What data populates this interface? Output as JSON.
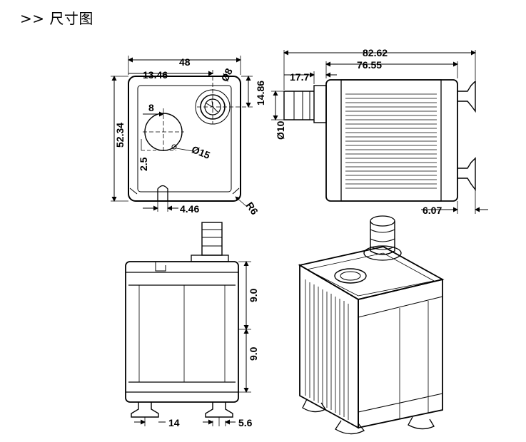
{
  "header": {
    "title": ">> 尺寸图"
  },
  "dimensions": {
    "top_width": "48",
    "top_outlet_offset": "13.46",
    "top_outlet_dia": "Ø8",
    "top_outlet_y": "14.86",
    "top_inlet_offset": "8",
    "top_height": "52.34",
    "top_inlet_y": "2.5",
    "top_inlet_dia": "Ø15",
    "top_slot": "4.46",
    "top_corner_radius": "R6",
    "side_total_length": "82.62",
    "side_body_length": "76.55",
    "side_nozzle_length": "17.7",
    "side_nozzle_dia": "Ø10",
    "side_feet_offset": "6.07",
    "front_upper_height": "9.0",
    "front_lower_height": "9.0",
    "front_foot_spacing": "14",
    "front_foot_width": "5.6"
  }
}
